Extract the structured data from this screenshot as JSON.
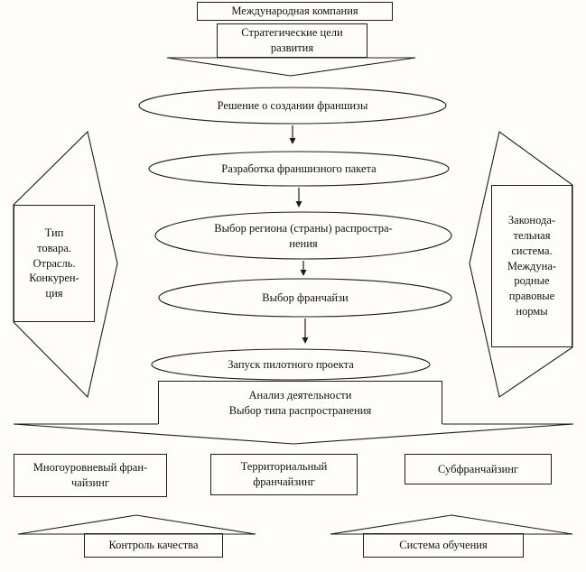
{
  "top": {
    "company": "Международная компания",
    "goals": "Стратегические цели\nразвития"
  },
  "flow": {
    "steps": [
      {
        "label": "Решение о создании франшизы"
      },
      {
        "label": "Разработка франшизного пакета"
      },
      {
        "label": "Выбор региона (страны) распростра-\nнения"
      },
      {
        "label": "Выбор франчайзи"
      },
      {
        "label": "Запуск пилотного проекта"
      }
    ]
  },
  "sides": {
    "left": "Тип\nтовара.\nОтрасль.\nКонкурен-\nция",
    "right": "Законода-\nтельная\nсистема.\nМеждуна-\nродные\nправовые\nнормы"
  },
  "analysis": {
    "label": "Анализ деятельности\nВыбор типа распространения"
  },
  "types": [
    {
      "label": "Многоуровневый фран-\nчайзинг"
    },
    {
      "label": "Территориальный\nфранчайзинг"
    },
    {
      "label": "Субфранчайзинг"
    }
  ],
  "bottom": {
    "left": "Контроль качества",
    "right": "Система обучения"
  },
  "colors": {
    "ink": "#1c1c1c",
    "paper": "#fffdfb"
  }
}
